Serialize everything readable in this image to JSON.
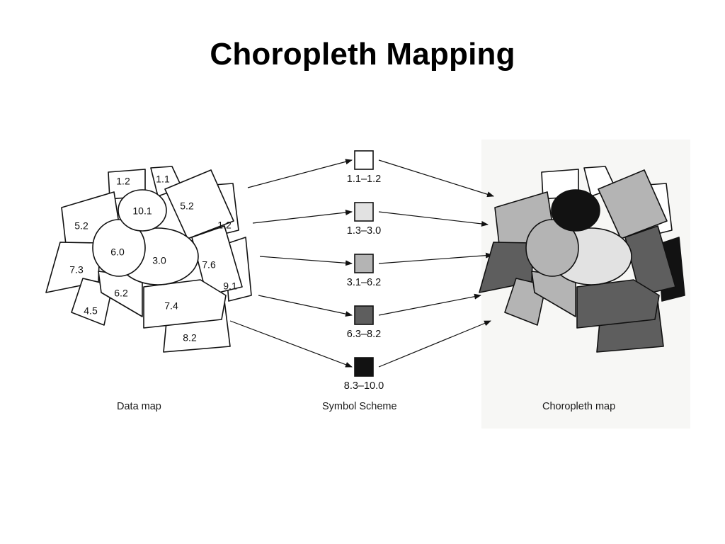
{
  "title": "Choropleth Mapping",
  "data_map": {
    "caption": "Data map",
    "regions": [
      {
        "id": "r1",
        "value": "1.2",
        "class": 0
      },
      {
        "id": "r2",
        "value": "1.1",
        "class": 0
      },
      {
        "id": "r3",
        "value": "10.1",
        "class": 4
      },
      {
        "id": "r4",
        "value": "5.2",
        "class": 2
      },
      {
        "id": "r5",
        "value": "1.2",
        "class": 0
      },
      {
        "id": "r6",
        "value": "5.2",
        "class": 2
      },
      {
        "id": "r7",
        "value": "6.0",
        "class": 2
      },
      {
        "id": "r8",
        "value": "3.0",
        "class": 1
      },
      {
        "id": "r9",
        "value": "7.6",
        "class": 3
      },
      {
        "id": "r10",
        "value": "7.3",
        "class": 3
      },
      {
        "id": "r11",
        "value": "9.1",
        "class": 4
      },
      {
        "id": "r12",
        "value": "6.2",
        "class": 2
      },
      {
        "id": "r13",
        "value": "7.4",
        "class": 3
      },
      {
        "id": "r14",
        "value": "4.5",
        "class": 2
      },
      {
        "id": "r15",
        "value": "8.2",
        "class": 3
      }
    ]
  },
  "symbol_scheme": {
    "caption": "Symbol Scheme",
    "classes": [
      {
        "range": "1.1–1.2",
        "color": "#ffffff"
      },
      {
        "range": "1.3–3.0",
        "color": "#e2e2e2"
      },
      {
        "range": "3.1–6.2",
        "color": "#b4b4b4"
      },
      {
        "range": "6.3–8.2",
        "color": "#5e5e5e"
      },
      {
        "range": "8.3–10.0",
        "color": "#121212"
      }
    ]
  },
  "choropleth_map": {
    "caption": "Choropleth map"
  }
}
